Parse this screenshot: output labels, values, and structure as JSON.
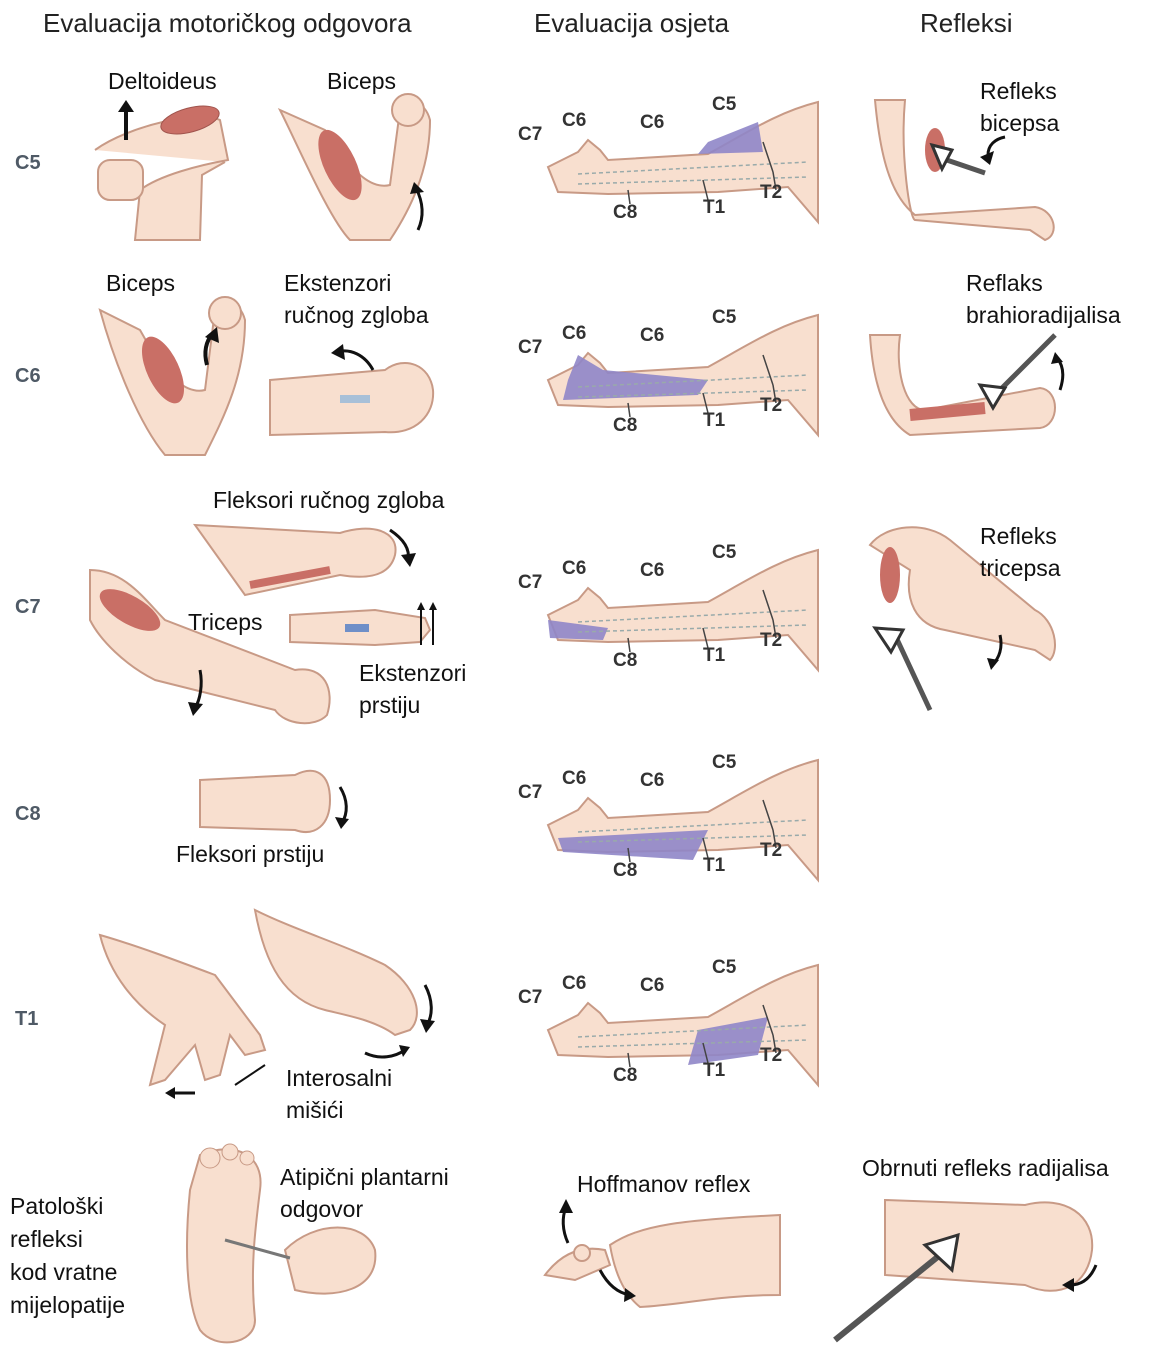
{
  "headers": {
    "motor": "Evaluacija motoričkog odgovora",
    "sensory": "Evaluacija osjeta",
    "reflexes": "Refleksi"
  },
  "levels": {
    "c5": "C5",
    "c6": "C6",
    "c7": "C7",
    "c8": "C8",
    "t1": "T1"
  },
  "motor": {
    "deltoid": "Deltoideus",
    "biceps_c5": "Biceps",
    "biceps_c6": "Biceps",
    "wrist_ext_1": "Ekstenzori",
    "wrist_ext_2": "ručnog zgloba",
    "wrist_flex": "Fleksori ručnog zgloba",
    "triceps": "Triceps",
    "finger_ext_1": "Ekstenzori",
    "finger_ext_2": "prstiju",
    "finger_flex": "Fleksori prstiju",
    "interossei_1": "Interosalni",
    "interossei_2": "mišići"
  },
  "dermatome_labels": {
    "c7": "C7",
    "c6a": "C6",
    "c6b": "C6",
    "c5": "C5",
    "c8": "C8",
    "t1": "T1",
    "t2": "T2"
  },
  "reflexes": {
    "biceps_1": "Refleks",
    "biceps_2": "bicepsa",
    "brachio_1": "Reflaks",
    "brachio_2": "brahioradijalisa",
    "triceps_1": "Refleks",
    "triceps_2": "tricepsa"
  },
  "pathological": {
    "title_1": "Patološki",
    "title_2": "refleksi",
    "title_3": "kod vratne",
    "title_4": "mijelopatije",
    "plantar_1": "Atipični plantarni",
    "plantar_2": "odgovor",
    "hoffmann": "Hoffmanov reflex",
    "inverted_radial": "Obrnuti refleks radijalisa"
  },
  "colors": {
    "skin": "#f8dfcf",
    "outline": "#c89a86",
    "muscle": "#c96f66",
    "dermatome": "#8f86c8",
    "arrow": "#111111"
  }
}
